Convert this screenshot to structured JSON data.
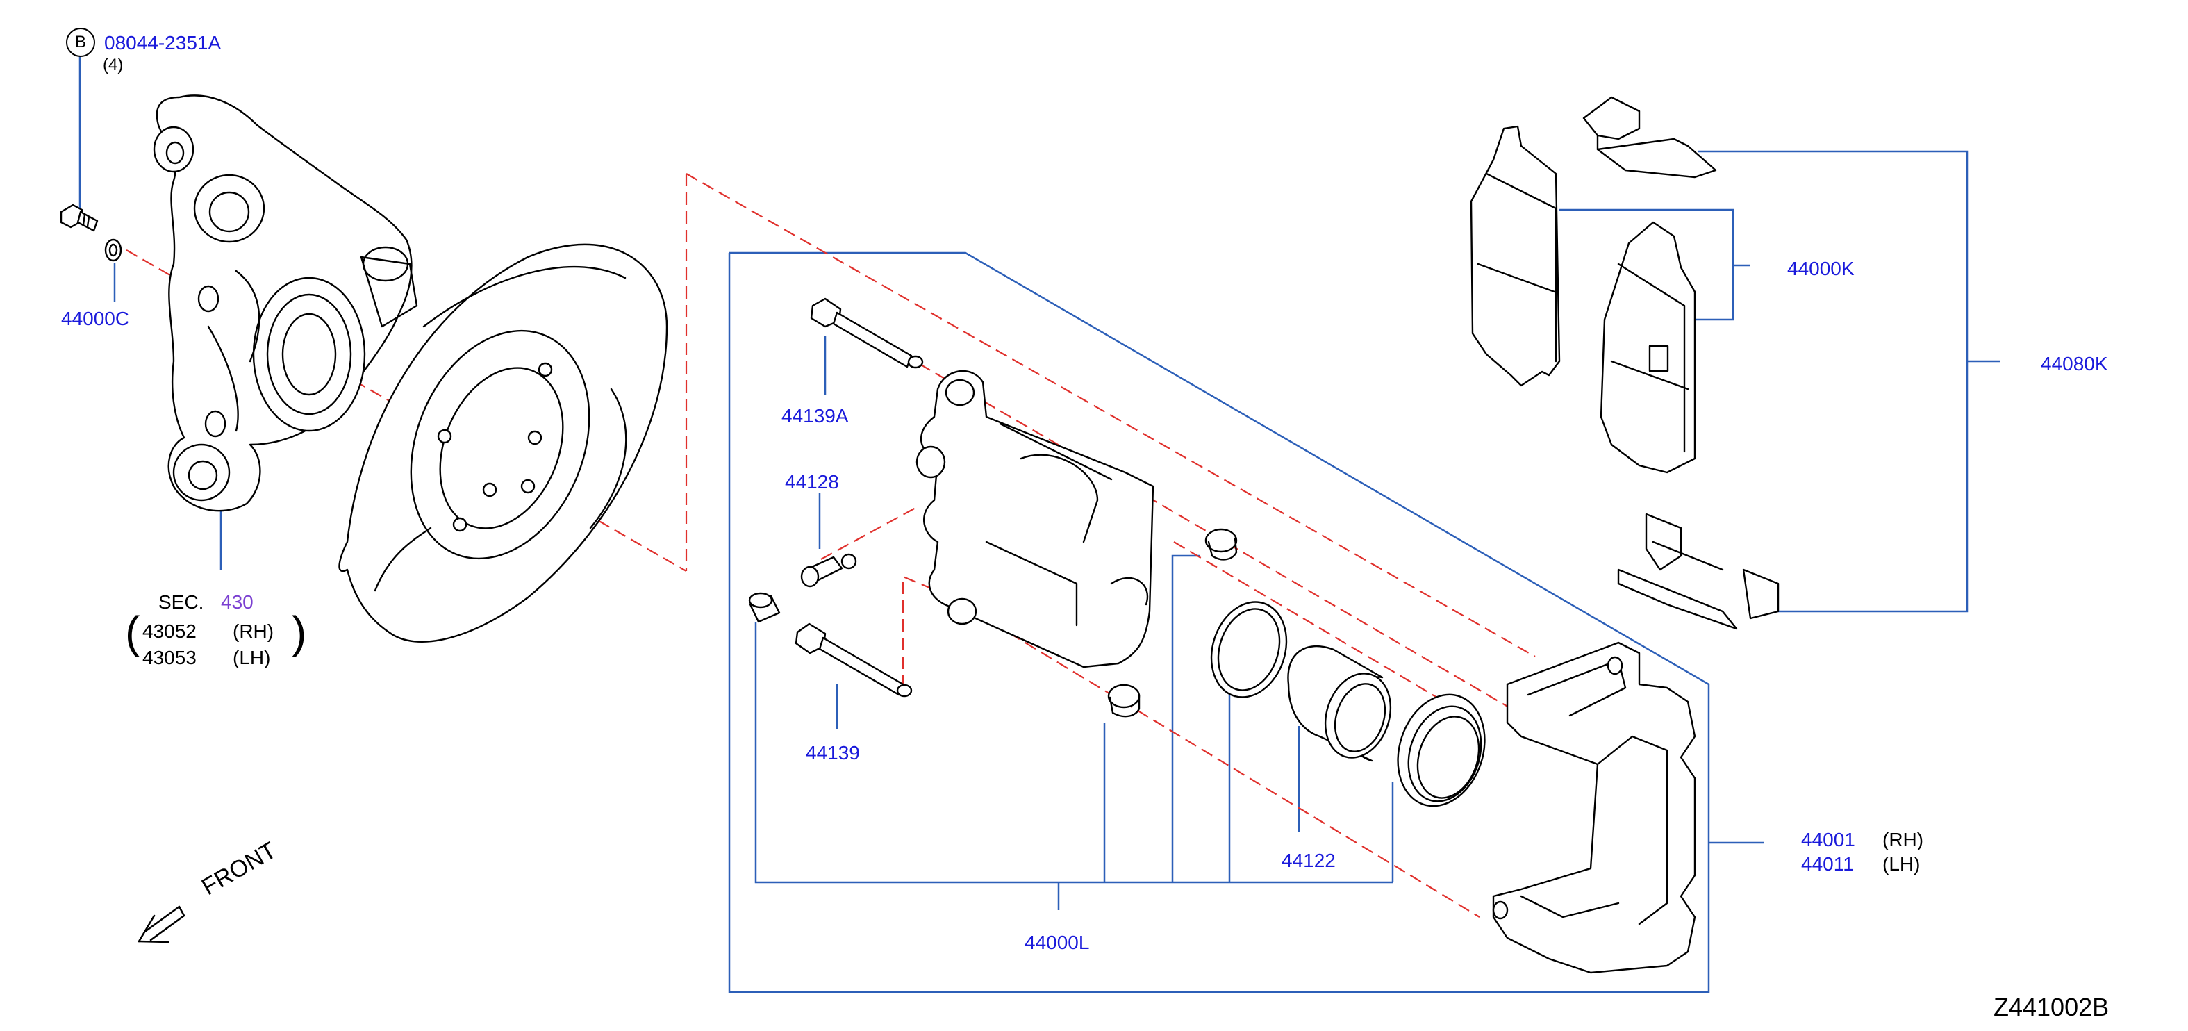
{
  "diagram_id": "Z441002B",
  "callouts": {
    "bolt_symbol": "B",
    "bolt_part": "08044-2351A",
    "bolt_qty": "(4)",
    "washer": "44000C",
    "sec_prefix": "SEC.",
    "sec_number": "430",
    "knuckle_rh": "43052",
    "knuckle_rh_side": "(RH)",
    "knuckle_lh": "43053",
    "knuckle_lh_side": "(LH)",
    "pin_bolt_a": "44139A",
    "pin_bushing": "44128",
    "pin_bolt": "44139",
    "seal_kit": "44000L",
    "piston": "44122",
    "caliper_rh": "44001",
    "caliper_rh_side": "(RH)",
    "caliper_lh": "44011",
    "caliper_lh_side": "(LH)",
    "pad_kit": "44000K",
    "hardware_kit": "44080K"
  },
  "front_label": "FRONT",
  "colors": {
    "part_number": "#1a1adb",
    "section_ref": "#7a3fd1",
    "leader_line": "#2c5fb8",
    "explode_line": "#e0302c",
    "drawing": "#000000"
  }
}
